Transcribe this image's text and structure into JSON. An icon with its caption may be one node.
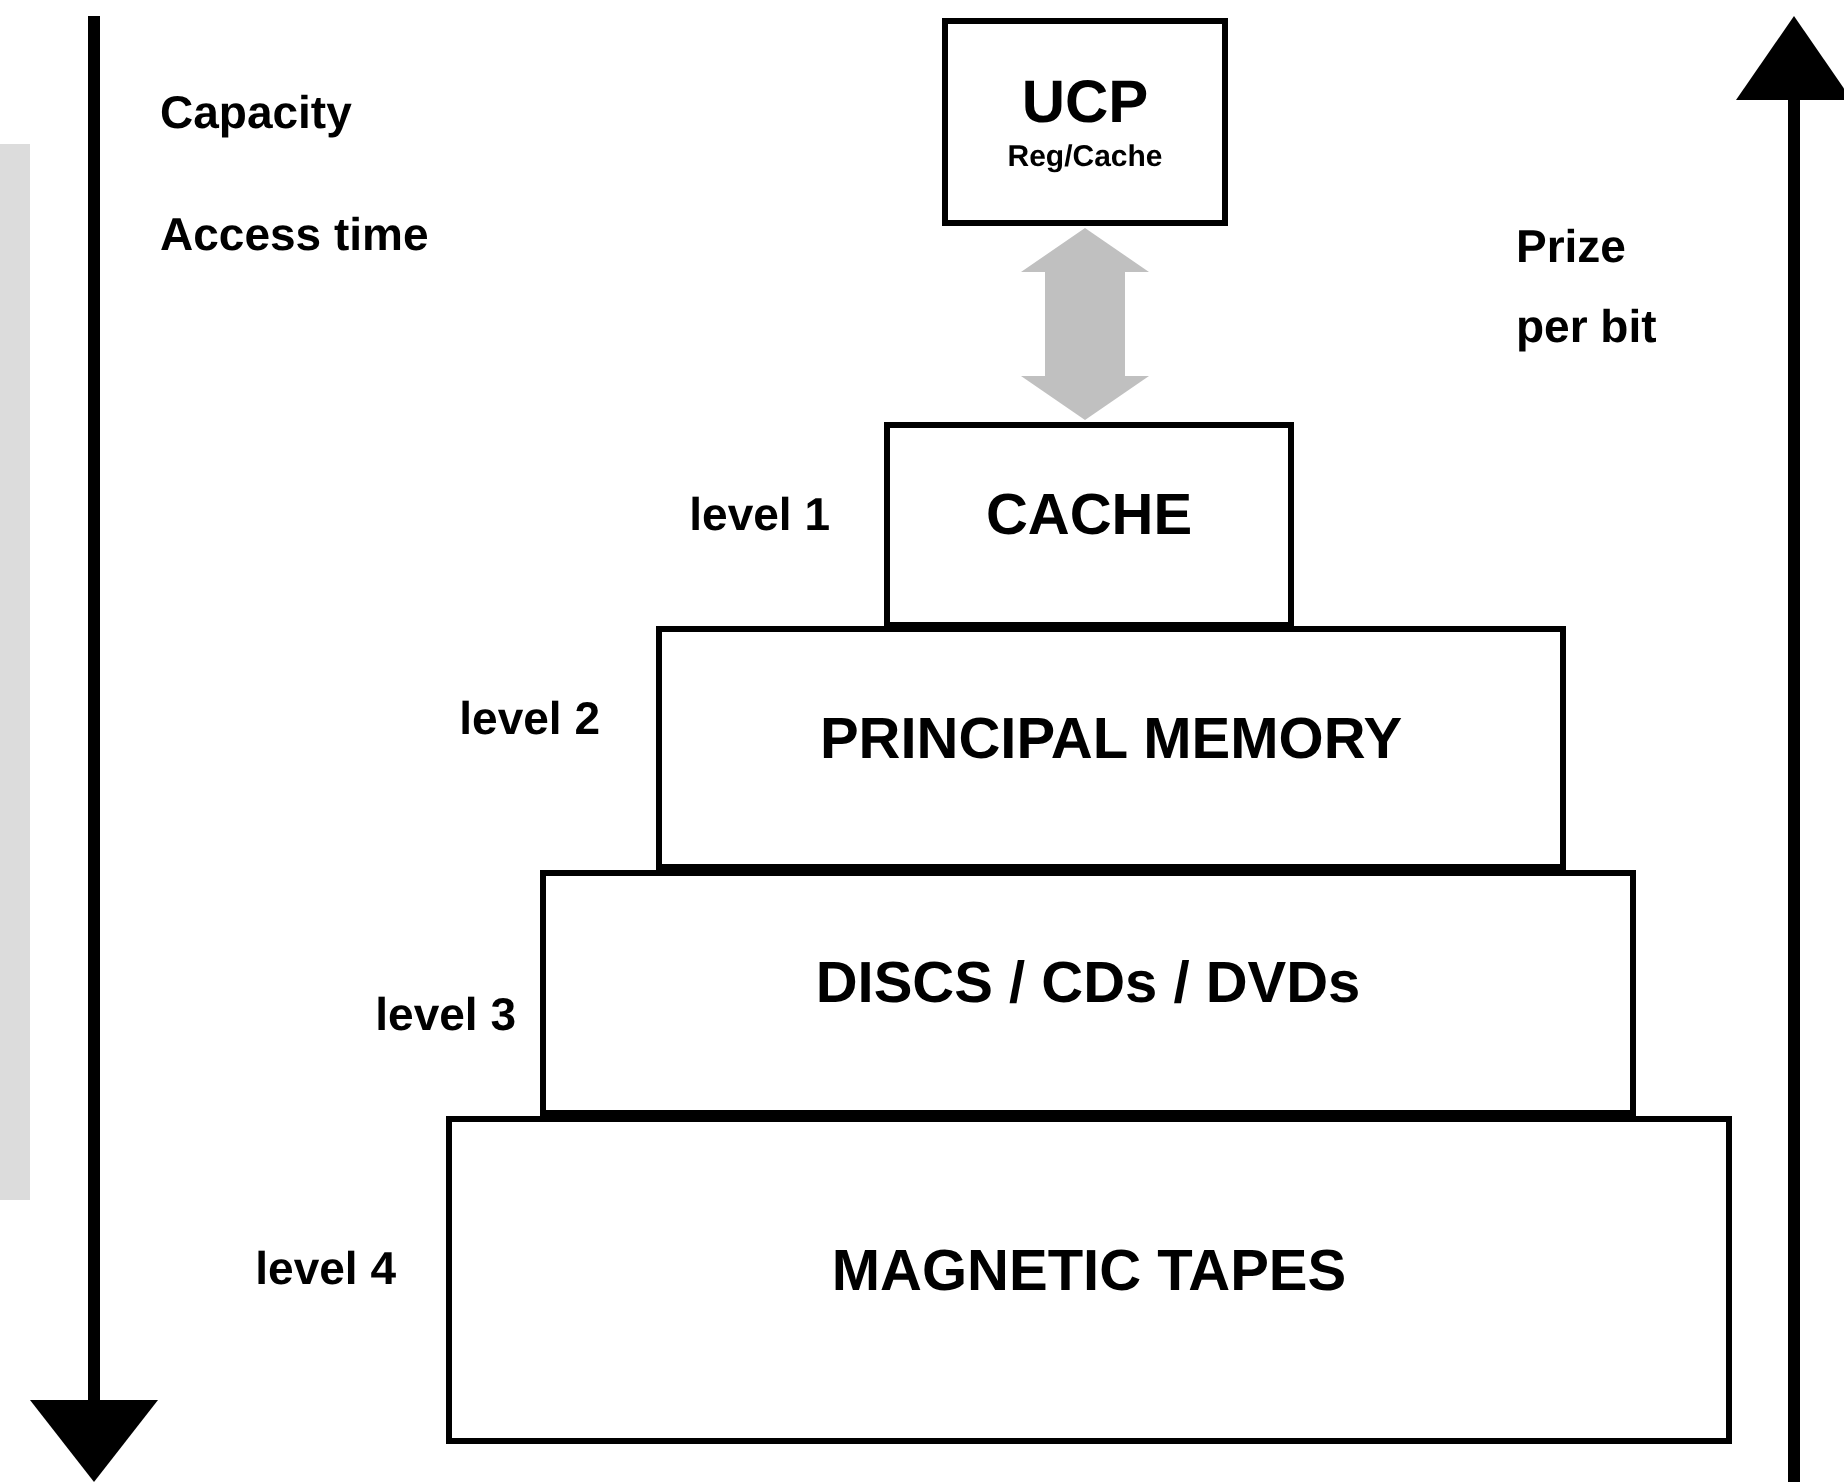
{
  "diagram": {
    "nodes": [
      {
        "text": [
          "UCP",
          "Reg/Cache"
        ]
      },
      {
        "text": [
          "CACHE"
        ],
        "beside": [
          "level 1"
        ]
      },
      {
        "text": [
          "PRINCIPAL MEMORY"
        ],
        "beside": [
          "level 2"
        ]
      },
      {
        "text": [
          "DISCS / CDs / DVDs"
        ],
        "beside": [
          "level 3"
        ]
      },
      {
        "text": [
          "MAGNETIC TAPES"
        ],
        "beside": [
          "level 4"
        ]
      },
      {
        "text": [],
        "shape": "bar"
      }
    ],
    "edges": [
      {
        "from": 0,
        "to": 1,
        "arrow": "both",
        "style": "thick",
        "color": "#c0c0c0"
      }
    ],
    "labels": [
      "Capacity",
      "Access time",
      "Prize per bit"
    ]
  }
}
